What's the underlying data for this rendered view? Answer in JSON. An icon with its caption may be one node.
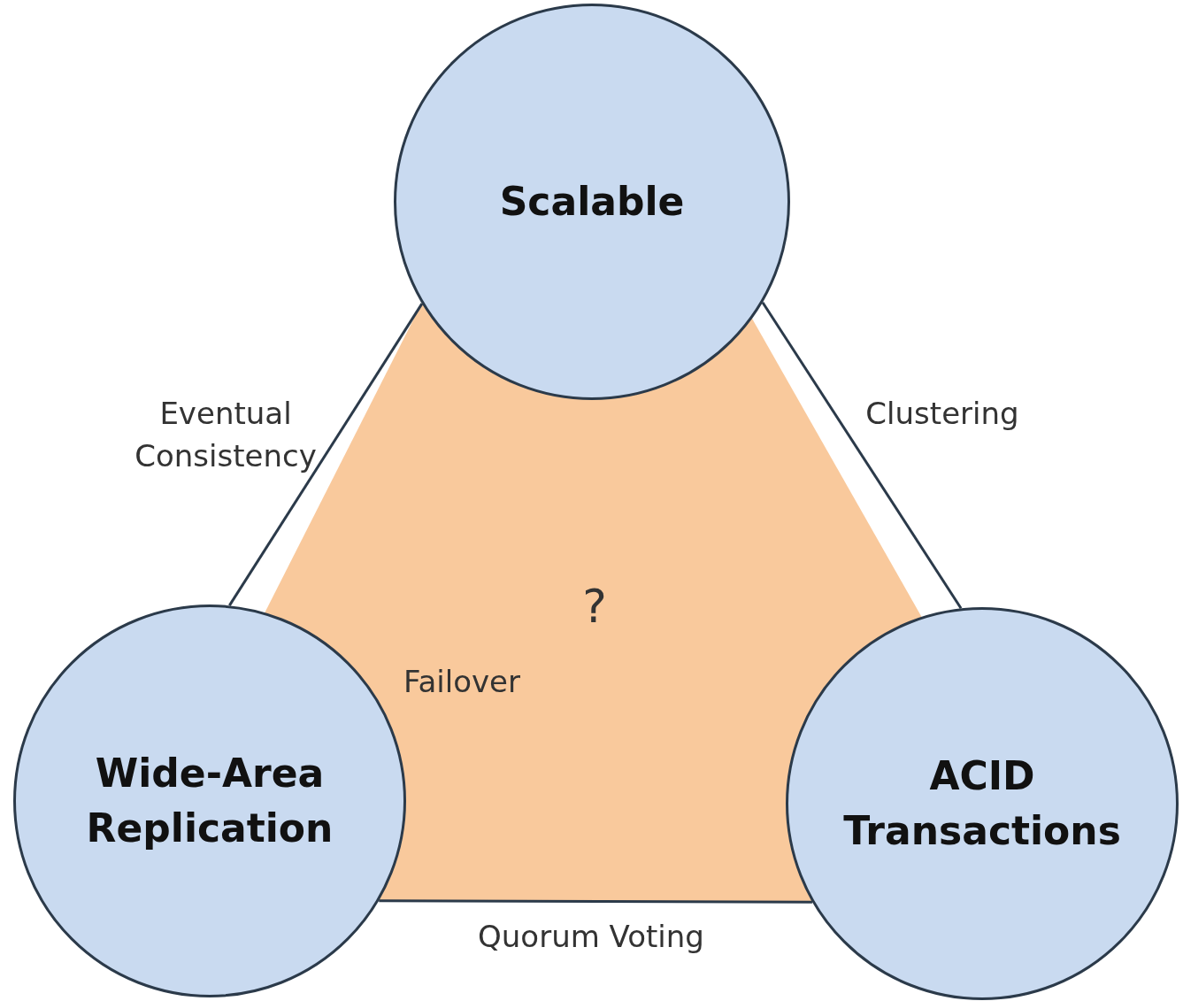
{
  "diagram": {
    "nodes": [
      {
        "text": [
          "Scalable"
        ]
      },
      {
        "text": [
          "?",
          "Failover"
        ]
      },
      {
        "text": [
          "Wide-Area Replication"
        ]
      },
      {
        "text": [
          "ACID Transactions"
        ]
      }
    ],
    "edges": [
      {
        "from": 0,
        "to": 2,
        "arrow": "none",
        "label": "Eventual Consistency"
      },
      {
        "from": 0,
        "to": 3,
        "arrow": "none",
        "label": "Clustering"
      },
      {
        "from": 2,
        "to": 3,
        "arrow": "none",
        "label": "Quorum Voting"
      }
    ]
  }
}
